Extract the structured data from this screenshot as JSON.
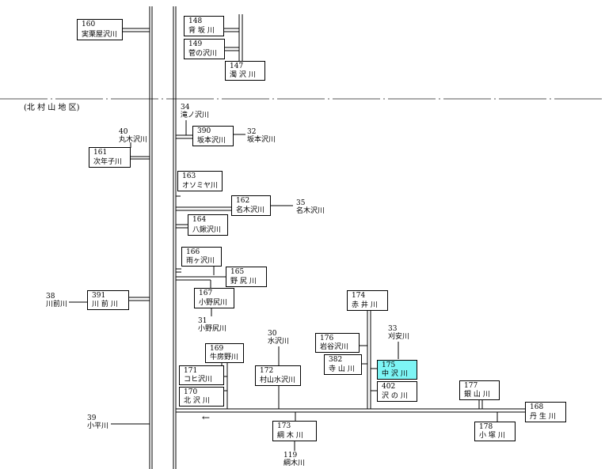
{
  "region": "(北 村 山 地 区)",
  "boxes": [
    {
      "id": "b160",
      "number": "160",
      "name": "実栗屋沢川"
    },
    {
      "id": "b148",
      "number": "148",
      "name": "背 坂 川"
    },
    {
      "id": "b149",
      "number": "149",
      "name": "菅の沢川"
    },
    {
      "id": "b147",
      "number": "147",
      "name": "濁 沢 川"
    },
    {
      "id": "b390",
      "number": "390",
      "name": "坂本沢川"
    },
    {
      "id": "b161",
      "number": "161",
      "name": "次年子川"
    },
    {
      "id": "b163",
      "number": "163",
      "name": "オソミヤ川"
    },
    {
      "id": "b162",
      "number": "162",
      "name": "名木沢川"
    },
    {
      "id": "b164",
      "number": "164",
      "name": "八鍬沢川"
    },
    {
      "id": "b166",
      "number": "166",
      "name": "雨ヶ沢川"
    },
    {
      "id": "b165",
      "number": "165",
      "name": "野 尻 川"
    },
    {
      "id": "b167",
      "number": "167",
      "name": "小野尻川"
    },
    {
      "id": "b391",
      "number": "391",
      "name": "川 前 川"
    },
    {
      "id": "b174",
      "number": "174",
      "name": "赤 井 川"
    },
    {
      "id": "b176",
      "number": "176",
      "name": "岩谷沢川"
    },
    {
      "id": "b382",
      "number": "382",
      "name": "寺 山 川"
    },
    {
      "id": "b175",
      "number": "175",
      "name": "中 沢 川"
    },
    {
      "id": "b402",
      "number": "402",
      "name": "沢 の 川"
    },
    {
      "id": "b169",
      "number": "169",
      "name": "牛房野川"
    },
    {
      "id": "b171",
      "number": "171",
      "name": "コヒ沢川"
    },
    {
      "id": "b170",
      "number": "170",
      "name": "北 沢 川"
    },
    {
      "id": "b172",
      "number": "172",
      "name": "村山水沢川"
    },
    {
      "id": "b177",
      "number": "177",
      "name": "銀 山 川"
    },
    {
      "id": "b168",
      "number": "168",
      "name": "丹 生 川"
    },
    {
      "id": "b173",
      "number": "173",
      "name": "綱 木 川"
    },
    {
      "id": "b178",
      "number": "178",
      "name": "小 塚 川"
    }
  ],
  "labels": [
    {
      "id": "l34",
      "number": "34",
      "name": "滝ノ沢川"
    },
    {
      "id": "l32",
      "number": "32",
      "name": "坂本沢川"
    },
    {
      "id": "l40",
      "number": "40",
      "name": "丸木沢川"
    },
    {
      "id": "l35",
      "number": "35",
      "name": "名木沢川"
    },
    {
      "id": "l38",
      "number": "38",
      "name": "川前川"
    },
    {
      "id": "l31",
      "number": "31",
      "name": "小野尻川"
    },
    {
      "id": "l33",
      "number": "33",
      "name": "刈安川"
    },
    {
      "id": "l30",
      "number": "30",
      "name": "水沢川"
    },
    {
      "id": "l39",
      "number": "39",
      "name": "小平川"
    },
    {
      "id": "l119",
      "number": "119",
      "name": "綱木川"
    }
  ],
  "arrow": "←",
  "highlight_color": "#7df5f5"
}
